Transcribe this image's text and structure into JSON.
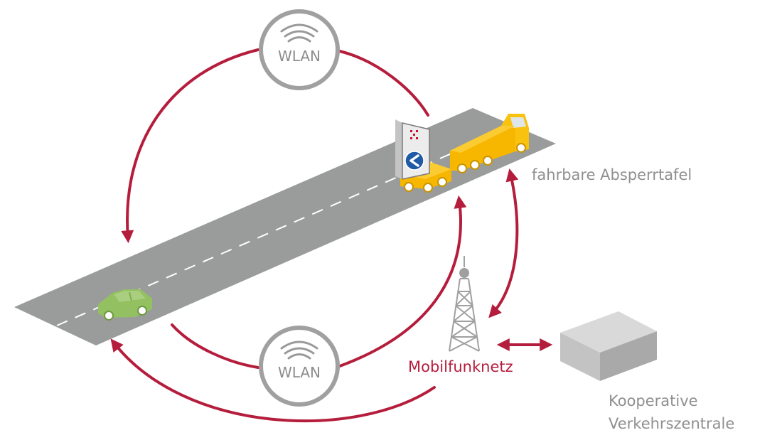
{
  "wlan_top": {
    "label": "WLAN"
  },
  "wlan_bottom": {
    "label": "WLAN"
  },
  "absperrtafel": {
    "label": "fahrbare Absperrtafel"
  },
  "mobilfunk": {
    "label": "Mobilfunknetz"
  },
  "zentrale": {
    "line1": "Kooperative",
    "line2": "Verkehrszentrale"
  },
  "colors": {
    "arrow": "#b51d3c",
    "road": "#9a9c9b",
    "truck": "#f7b600",
    "car": "#93c060",
    "tower": "#a0a0a0",
    "box": "#c3c3c3",
    "text_gray": "#8f8f8f",
    "sign_blue": "#1f5aa6"
  }
}
